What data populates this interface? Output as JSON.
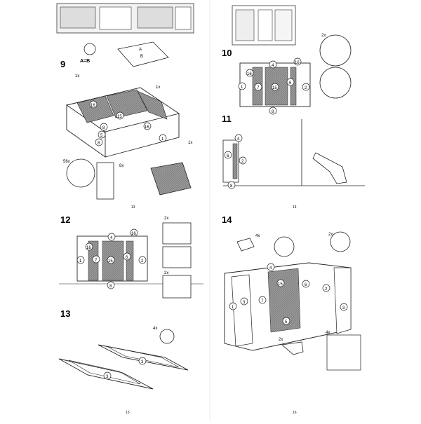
{
  "steps": {
    "s9": "9",
    "s10": "10",
    "s11": "11",
    "s12": "12",
    "s13": "13",
    "s14": "14"
  },
  "page_numbers": {
    "p13": "13",
    "p14": "14",
    "p15": "15",
    "p16": "16"
  },
  "annotations": {
    "a_eq_b": "A=B",
    "a": "A",
    "b": "B",
    "x1_a": "1x",
    "x1_b": "1x",
    "x1_c": "1x",
    "x56": "56x",
    "x8": "8x",
    "x2_a": "2x",
    "x2_b": "2x",
    "x2_c": "2x",
    "x2_d": "2x",
    "x4_a": "4x",
    "x4_b": "4x",
    "x4_c": "4x"
  },
  "callouts": {
    "c1": "1",
    "c2": "2",
    "c3": "3",
    "c4": "4",
    "c5": "5",
    "c6": "6",
    "c7": "7",
    "c8": "8",
    "c15": "15",
    "c16": "16"
  }
}
